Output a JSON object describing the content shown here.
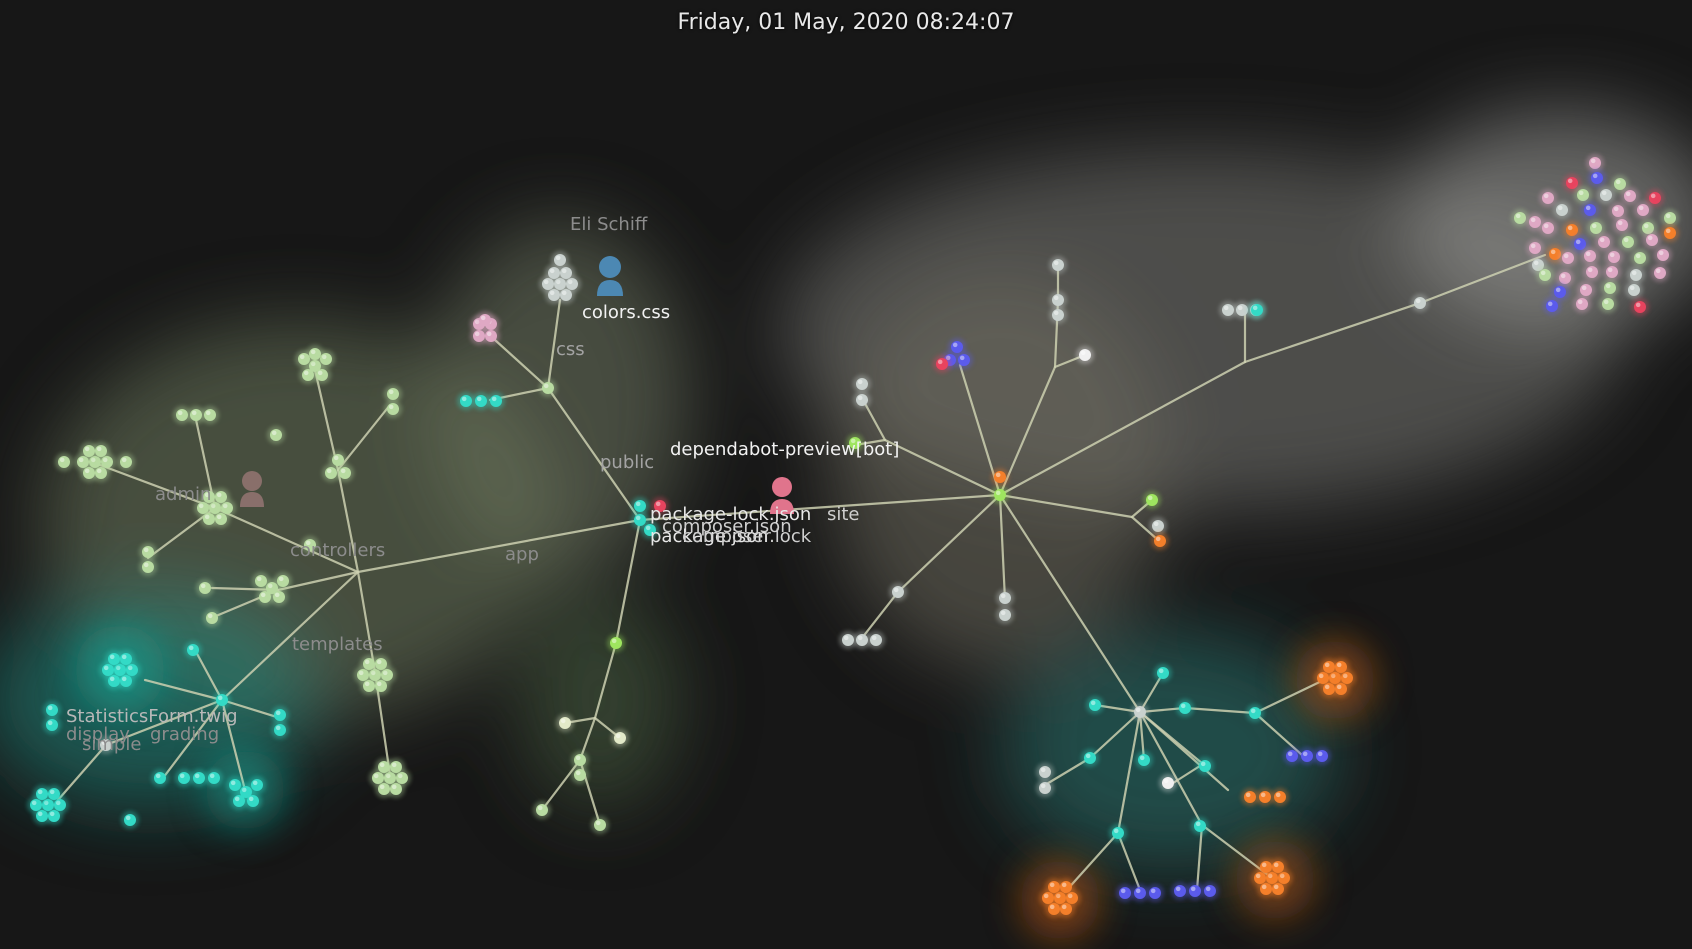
{
  "window": {
    "datetime": "Friday, 01 May, 2020 08:24:07"
  },
  "colors": {
    "background": "#171717",
    "edge": "#cdd0b0",
    "label_bright": "#f2f2f2",
    "label_dim": "#8c8c8c",
    "green": "#b8dba1",
    "cyan": "#33dac6",
    "grey": "#c9d1ce",
    "orange": "#f47f2a",
    "blue": "#5b5bec",
    "pink": "#dfa8c4",
    "lime": "#9ee55f",
    "red": "#e8435e"
  },
  "labels": {
    "committer": "Eli Schiff",
    "colors_css": "colors.css",
    "css": "css",
    "public": "public",
    "bot": "dependabot-preview[bot]",
    "package_lock": "package-lock.json",
    "composer_json": "composer.json",
    "package_json": "package.json",
    "composer_lock": "composer.lock",
    "site": "site",
    "app": "app",
    "controllers": "controllers",
    "admin": "admin",
    "templates": "templates",
    "statistics_twig": "StatisticsForm.twig",
    "display": "display",
    "grading": "grading",
    "simple": "simple"
  },
  "icons": {
    "committer_avatar": "person-icon",
    "bot_avatar": "person-icon",
    "admin_avatar": "person-icon"
  }
}
